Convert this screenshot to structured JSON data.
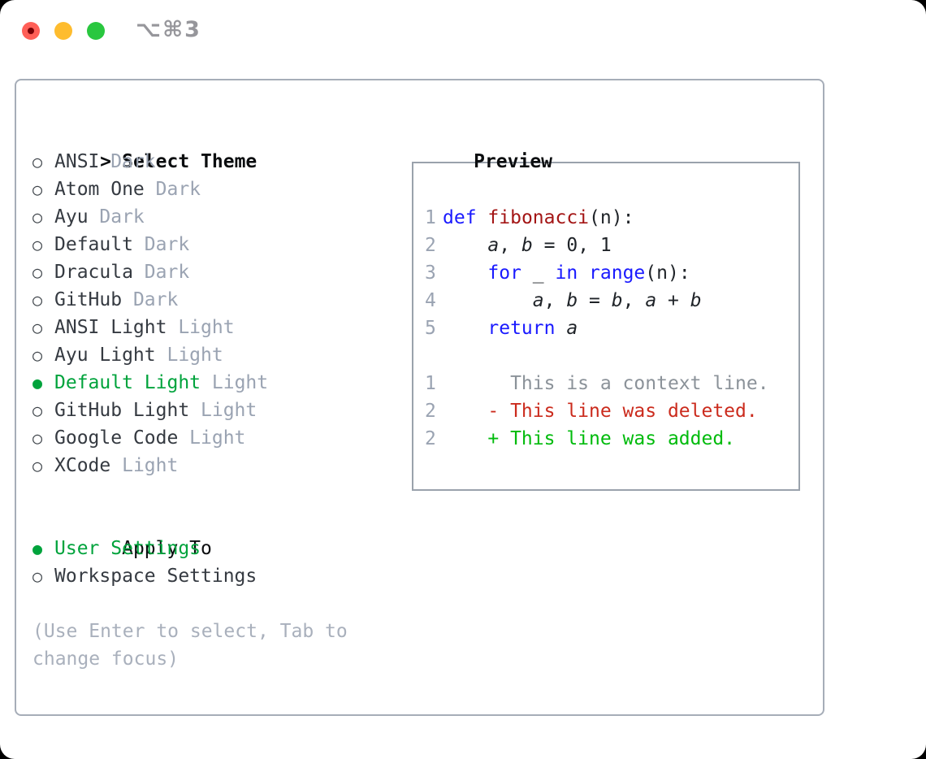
{
  "window": {
    "title": "⌥⌘3",
    "traffic_lights": [
      "close",
      "minimize",
      "zoom"
    ]
  },
  "theme_list": {
    "header": "Select Theme",
    "focus_indicator": ">",
    "unselected_marker": "○",
    "selected_marker": "●",
    "items": [
      {
        "name": "ANSI",
        "tag": "Dark",
        "selected": false
      },
      {
        "name": "Atom One",
        "tag": "Dark",
        "selected": false
      },
      {
        "name": "Ayu",
        "tag": "Dark",
        "selected": false
      },
      {
        "name": "Default",
        "tag": "Dark",
        "selected": false
      },
      {
        "name": "Dracula",
        "tag": "Dark",
        "selected": false
      },
      {
        "name": "GitHub",
        "tag": "Dark",
        "selected": false
      },
      {
        "name": "ANSI Light",
        "tag": "Light",
        "selected": false
      },
      {
        "name": "Ayu Light",
        "tag": "Light",
        "selected": false
      },
      {
        "name": "Default Light",
        "tag": "Light",
        "selected": true
      },
      {
        "name": "GitHub Light",
        "tag": "Light",
        "selected": false
      },
      {
        "name": "Google Code",
        "tag": "Light",
        "selected": false
      },
      {
        "name": "XCode",
        "tag": "Light",
        "selected": false
      }
    ]
  },
  "apply_to": {
    "header": "Apply To",
    "options": [
      {
        "label": "User Settings",
        "selected": true
      },
      {
        "label": "Workspace Settings",
        "selected": false
      }
    ]
  },
  "help": {
    "lines": [
      "(Use Enter to select, Tab to",
      "change focus)"
    ]
  },
  "preview": {
    "header": "Preview",
    "code_lines": [
      {
        "num": "1",
        "segments": [
          {
            "t": "def",
            "c": "kw"
          },
          {
            "t": " ",
            "c": "pl"
          },
          {
            "t": "fibonacci",
            "c": "fn"
          },
          {
            "t": "(n):",
            "c": "pl"
          }
        ]
      },
      {
        "num": "2",
        "segments": [
          {
            "t": "    ",
            "c": "pl"
          },
          {
            "t": "a",
            "c": "var"
          },
          {
            "t": ", ",
            "c": "pl"
          },
          {
            "t": "b",
            "c": "var"
          },
          {
            "t": " = 0, 1",
            "c": "pl"
          }
        ]
      },
      {
        "num": "3",
        "segments": [
          {
            "t": "    ",
            "c": "pl"
          },
          {
            "t": "for",
            "c": "kw"
          },
          {
            "t": " _ ",
            "c": "pl"
          },
          {
            "t": "in",
            "c": "kw"
          },
          {
            "t": " ",
            "c": "pl"
          },
          {
            "t": "range",
            "c": "kw"
          },
          {
            "t": "(n):",
            "c": "pl"
          }
        ]
      },
      {
        "num": "4",
        "segments": [
          {
            "t": "        ",
            "c": "pl"
          },
          {
            "t": "a",
            "c": "var"
          },
          {
            "t": ", ",
            "c": "pl"
          },
          {
            "t": "b",
            "c": "var"
          },
          {
            "t": " = ",
            "c": "pl"
          },
          {
            "t": "b",
            "c": "var"
          },
          {
            "t": ", ",
            "c": "pl"
          },
          {
            "t": "a",
            "c": "var"
          },
          {
            "t": " + ",
            "c": "pl"
          },
          {
            "t": "b",
            "c": "var"
          }
        ]
      },
      {
        "num": "5",
        "segments": [
          {
            "t": "    ",
            "c": "pl"
          },
          {
            "t": "return",
            "c": "kw"
          },
          {
            "t": " ",
            "c": "pl"
          },
          {
            "t": "a",
            "c": "var"
          }
        ]
      },
      {
        "num": "",
        "segments": []
      },
      {
        "num": "1",
        "segments": [
          {
            "t": "      This is a context line.",
            "c": "ctx"
          }
        ]
      },
      {
        "num": "2",
        "segments": [
          {
            "t": "    - This line was deleted.",
            "c": "del"
          }
        ]
      },
      {
        "num": "2",
        "segments": [
          {
            "t": "    + This line was added.",
            "c": "add"
          }
        ]
      }
    ]
  },
  "colors": {
    "accent_green": "#00a33c",
    "diff_added_green": "#00bb0c",
    "diff_deleted_red": "#cb2b1d",
    "keyword_blue": "#1a1aff",
    "function_red": "#a31515",
    "code_plain": "#1f2328",
    "muted_gray": "#9aa3b2",
    "context_gray": "#8b9299",
    "help_gray": "#a9b0bc",
    "text_dark": "#353a41",
    "heading_black": "#0b0d0f",
    "panel_border": "#a6adb8",
    "preview_border": "#9aa2ac",
    "title_gray": "#96969b",
    "traffic_red": "#ff5f57",
    "traffic_red_dot": "#790005",
    "traffic_yellow": "#febc2e",
    "traffic_green": "#29c73f"
  }
}
